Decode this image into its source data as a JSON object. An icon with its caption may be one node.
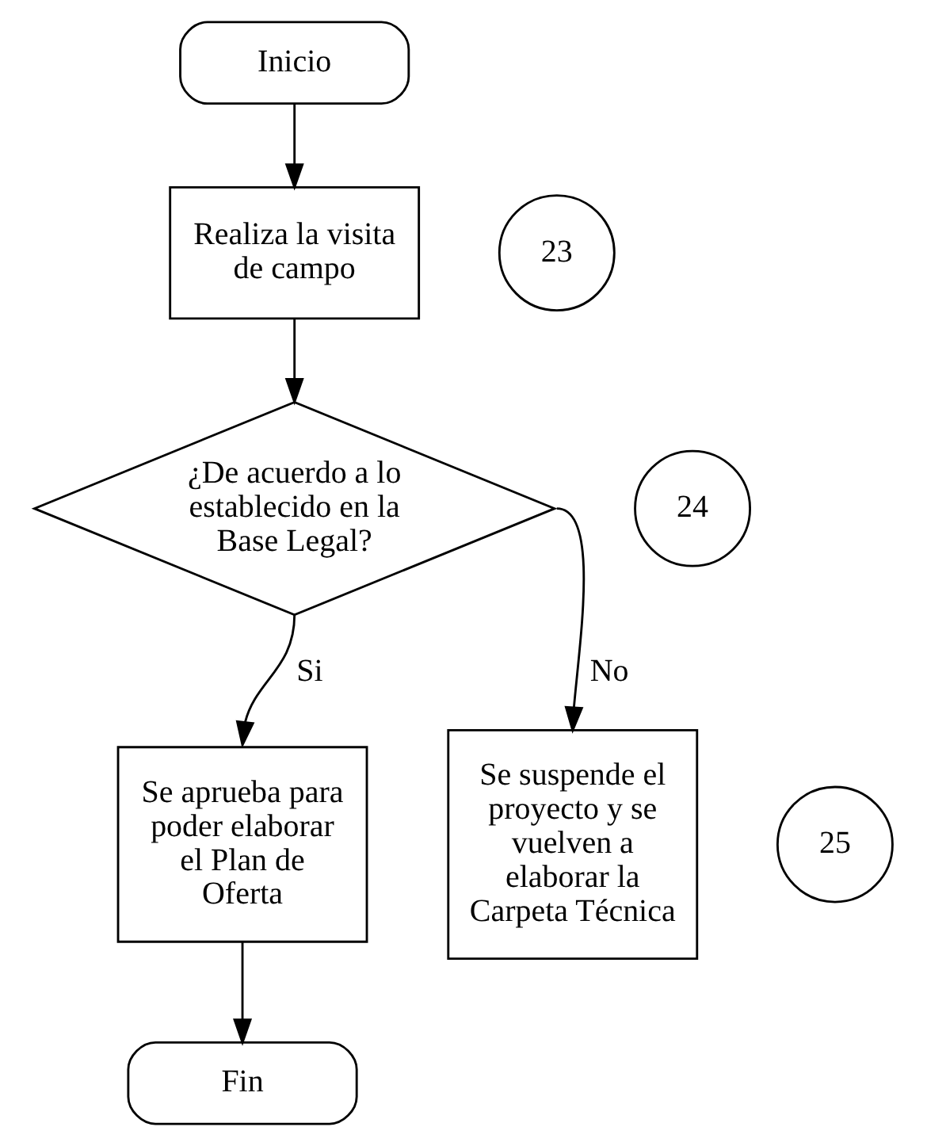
{
  "diagram": {
    "nodes": [
      {
        "text": [
          "Inicio"
        ]
      },
      {
        "text": [
          "Realiza la visita de campo"
        ]
      },
      {
        "text": [
          "23"
        ]
      },
      {
        "text": [
          "24"
        ]
      },
      {
        "text": [
          "¿De acuerdo a lo establecido en la Base Legal?"
        ]
      },
      {
        "text": [
          "Se suspende el proyecto y se vuelven a elaborar la Carpeta Técnica"
        ]
      },
      {
        "text": [
          "25"
        ]
      },
      {
        "text": [
          "Se aprueba para poder elaborar el Plan de Oferta"
        ]
      },
      {
        "text": [
          "Fin"
        ]
      }
    ],
    "edges": [
      {
        "from": 0,
        "to": 1,
        "arrow": "to"
      },
      {
        "from": 1,
        "to": 4,
        "arrow": "to"
      },
      {
        "from": 4,
        "to": 5,
        "arrow": "to",
        "label": "No"
      },
      {
        "from": 4,
        "to": 7,
        "arrow": "to",
        "label": "Si"
      },
      {
        "from": 7,
        "to": 8,
        "arrow": "to"
      }
    ]
  }
}
